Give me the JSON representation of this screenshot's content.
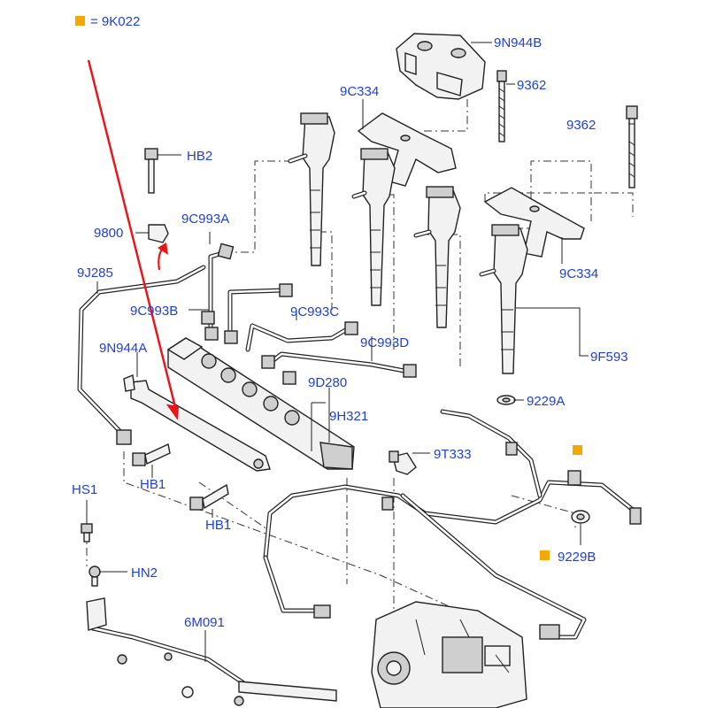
{
  "legend": {
    "marker_color": "#f5a800",
    "text": "= 9K022"
  },
  "colors": {
    "label": "#1f3fd6",
    "arrow": "#e8161a"
  },
  "labels": {
    "l_9n944b": "9N944B",
    "l_9362_a": "9362",
    "l_9362_b": "9362",
    "l_9c334_a": "9C334",
    "l_hb2": "HB2",
    "l_9c993a": "9C993A",
    "l_9800": "9800",
    "l_9j285": "9J285",
    "l_9c334_b": "9C334",
    "l_9c993b": "9C993B",
    "l_9c993c": "9C993C",
    "l_9n944a": "9N944A",
    "l_9c993d": "9C993D",
    "l_9f593": "9F593",
    "l_9d280": "9D280",
    "l_9229a": "9229A",
    "l_9h321": "9H321",
    "l_9t333": "9T333",
    "l_hb1_a": "HB1",
    "l_hb1_b": "HB1",
    "l_hs1": "HS1",
    "l_9229b": "9229B",
    "l_hn2": "HN2",
    "l_6m091": "6M091"
  }
}
